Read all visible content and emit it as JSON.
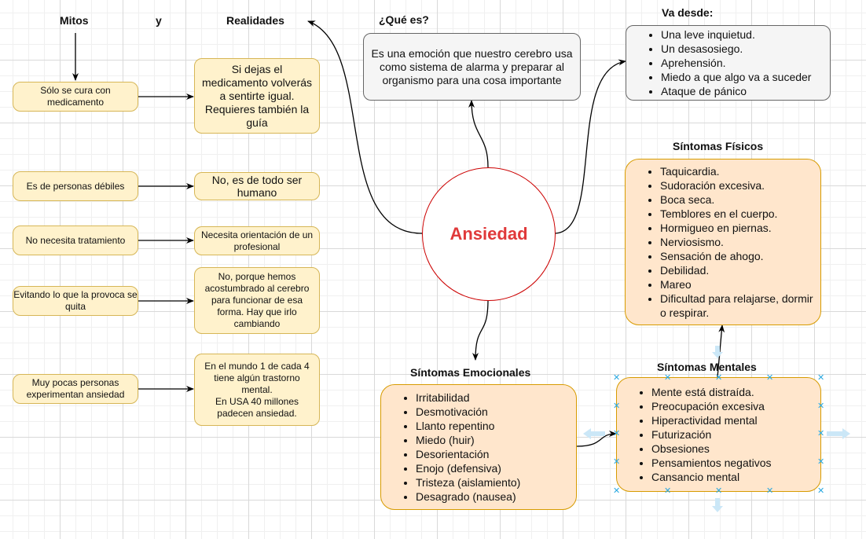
{
  "headers": {
    "mitos": "Mitos",
    "y": "y",
    "realidades": "Realidades",
    "que_es": "¿Qué es?",
    "va_desde": "Va desde:",
    "sintomas_fisicos": "Síntomas Físicos",
    "sintomas_emocionales": "Síntomas Emocionales",
    "sintomas_mentales": "Síntomas Mentales"
  },
  "center": "Ansiedad",
  "que_es_text": "Es una emoción que nuestro cerebro usa como sistema de alarma y preparar al organismo para una cosa importante",
  "va_desde": [
    "Una leve inquietud.",
    "Un desasosiego.",
    "Aprehensión.",
    "Miedo a que algo va a suceder",
    "Ataque de pánico"
  ],
  "myths": [
    "Sólo se cura con medicamento",
    "Es de personas débiles",
    "No necesita tratamiento",
    "Evitando lo que la provoca se quita",
    "Muy pocas personas experimentan ansiedad"
  ],
  "realities": [
    "Si dejas el medicamento volverás a sentirte igual. Requieres también la guía",
    "No, es de todo ser humano",
    "Necesita orientación de un profesional",
    "No, porque hemos acostumbrado al cerebro para funcionar de esa forma. Hay que irlo cambiando",
    "En el mundo 1 de cada 4 tiene algún trastorno mental.\nEn USA 40 millones padecen ansiedad."
  ],
  "fisicos": [
    "Taquicardia.",
    "Sudoración excesiva.",
    "Boca seca.",
    "Temblores en el cuerpo.",
    "Hormigueo en piernas.",
    "Nerviosismo.",
    "Sensación de ahogo.",
    "Debilidad.",
    "Mareo",
    "Dificultad para relajarse, dormir o respirar."
  ],
  "emocionales": [
    "Irritabilidad",
    "Desmotivación",
    "Llanto repentino",
    "Miedo (huir)",
    "Desorientación",
    "Enojo (defensiva)",
    "Tristeza (aislamiento)",
    "Desagrado (nausea)"
  ],
  "mentales": [
    "Mente está distraída.",
    "Preocupación excesiva",
    "Hiperactividad mental",
    "Futurización",
    "Obsesiones",
    "Pensamientos negativos",
    "Cansancio mental"
  ]
}
